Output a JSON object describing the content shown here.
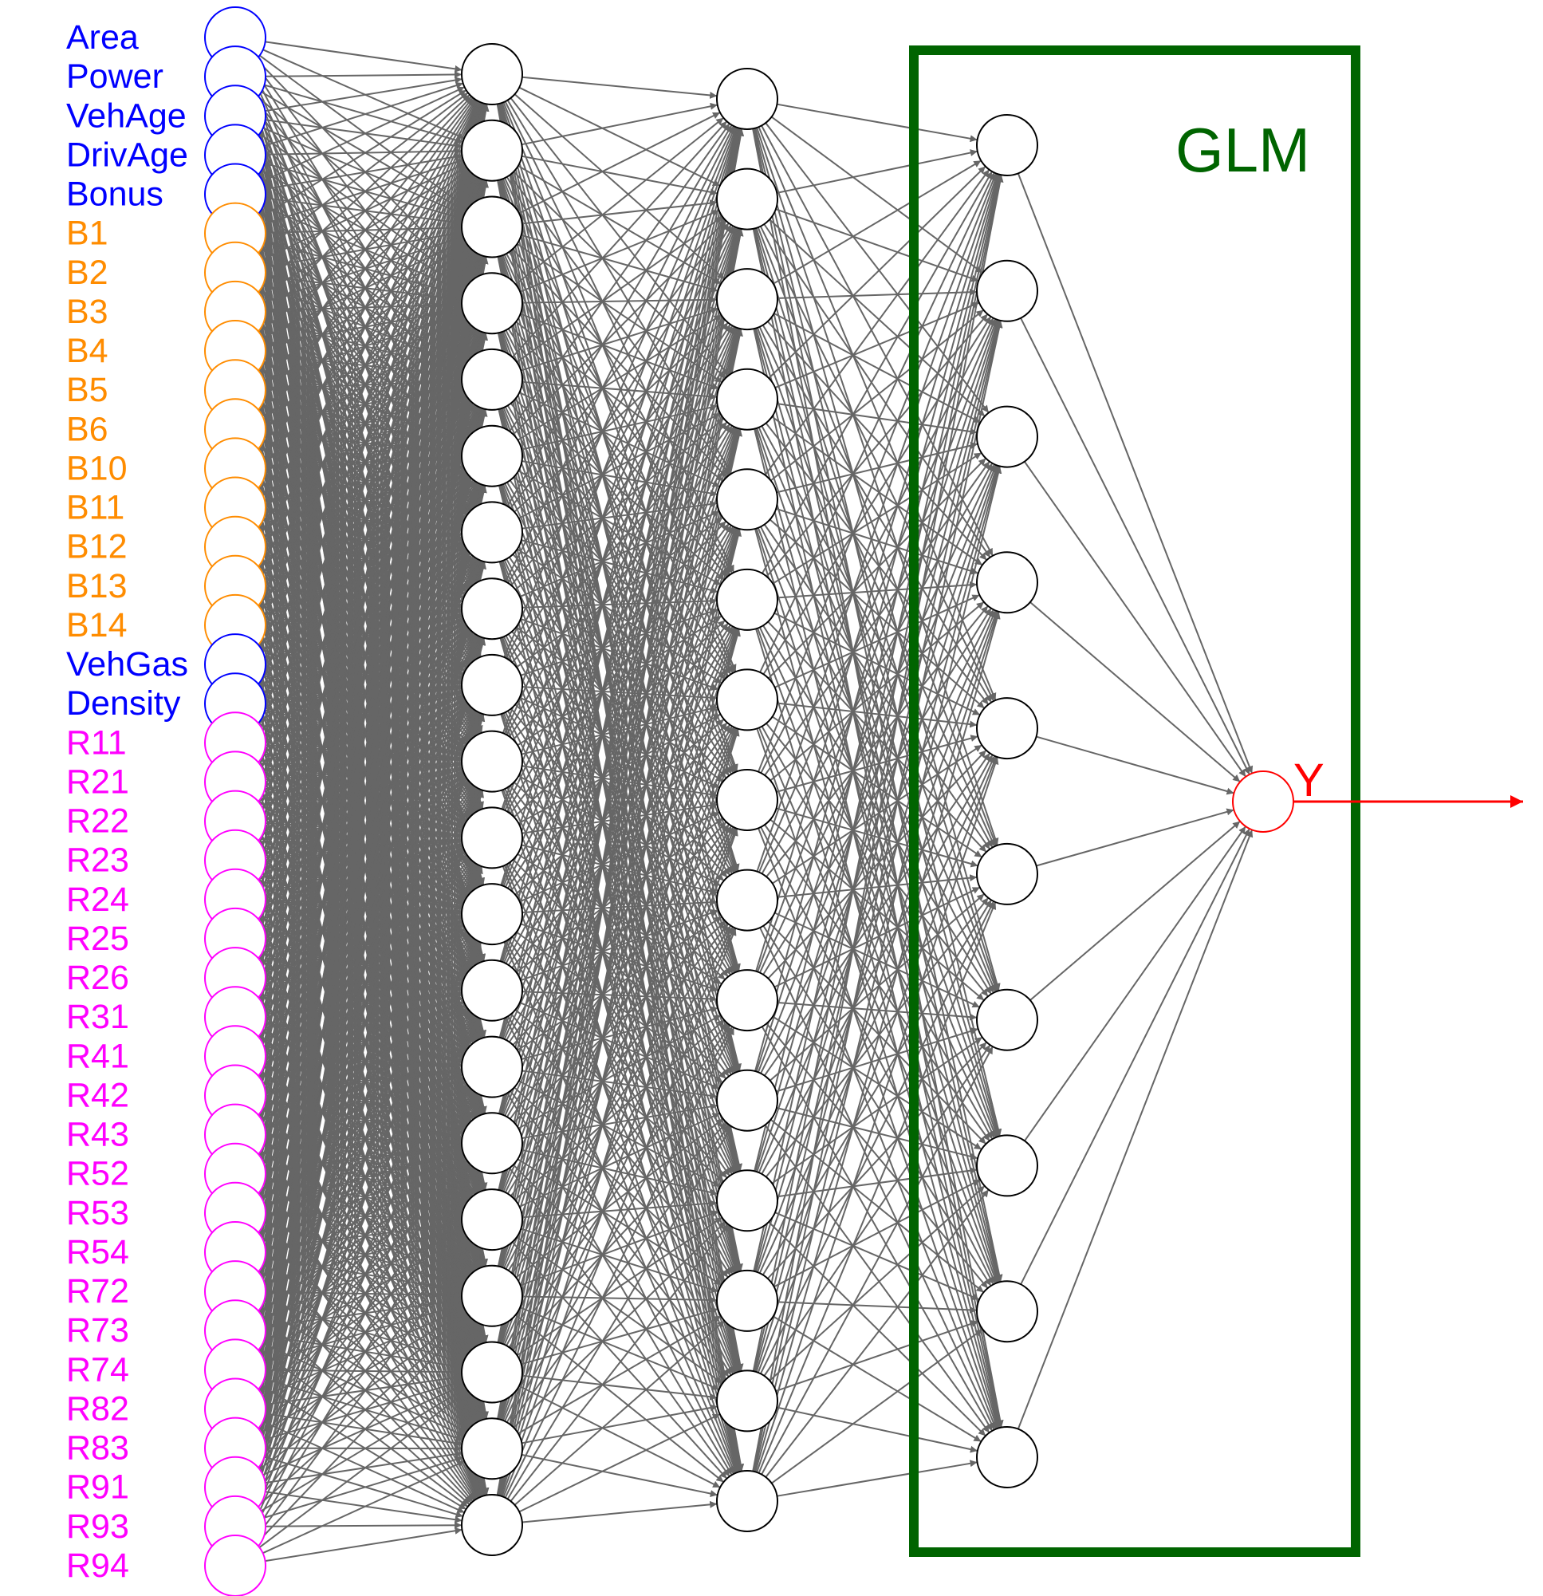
{
  "colors": {
    "numeric": "#0000ff",
    "bonus_class": "#ff8c00",
    "region": "#ff00ff",
    "edge": "#666666",
    "node_stroke": "#000000",
    "glm_box": "#006400",
    "output": "#ff0000"
  },
  "input_layer": {
    "features": [
      {
        "label": "Area",
        "group": "numeric"
      },
      {
        "label": "Power",
        "group": "numeric"
      },
      {
        "label": "VehAge",
        "group": "numeric"
      },
      {
        "label": "DrivAge",
        "group": "numeric"
      },
      {
        "label": "Bonus",
        "group": "numeric"
      },
      {
        "label": "B1",
        "group": "bonus_class"
      },
      {
        "label": "B2",
        "group": "bonus_class"
      },
      {
        "label": "B3",
        "group": "bonus_class"
      },
      {
        "label": "B4",
        "group": "bonus_class"
      },
      {
        "label": "B5",
        "group": "bonus_class"
      },
      {
        "label": "B6",
        "group": "bonus_class"
      },
      {
        "label": "B10",
        "group": "bonus_class"
      },
      {
        "label": "B11",
        "group": "bonus_class"
      },
      {
        "label": "B12",
        "group": "bonus_class"
      },
      {
        "label": "B13",
        "group": "bonus_class"
      },
      {
        "label": "B14",
        "group": "bonus_class"
      },
      {
        "label": "VehGas",
        "group": "numeric"
      },
      {
        "label": "Density",
        "group": "numeric"
      },
      {
        "label": "R11",
        "group": "region"
      },
      {
        "label": "R21",
        "group": "region"
      },
      {
        "label": "R22",
        "group": "region"
      },
      {
        "label": "R23",
        "group": "region"
      },
      {
        "label": "R24",
        "group": "region"
      },
      {
        "label": "R25",
        "group": "region"
      },
      {
        "label": "R26",
        "group": "region"
      },
      {
        "label": "R31",
        "group": "region"
      },
      {
        "label": "R41",
        "group": "region"
      },
      {
        "label": "R42",
        "group": "region"
      },
      {
        "label": "R43",
        "group": "region"
      },
      {
        "label": "R52",
        "group": "region"
      },
      {
        "label": "R53",
        "group": "region"
      },
      {
        "label": "R54",
        "group": "region"
      },
      {
        "label": "R72",
        "group": "region"
      },
      {
        "label": "R73",
        "group": "region"
      },
      {
        "label": "R74",
        "group": "region"
      },
      {
        "label": "R82",
        "group": "region"
      },
      {
        "label": "R83",
        "group": "region"
      },
      {
        "label": "R91",
        "group": "region"
      },
      {
        "label": "R93",
        "group": "region"
      },
      {
        "label": "R94",
        "group": "region"
      }
    ]
  },
  "hidden_layers": [
    {
      "nodes": 20
    },
    {
      "nodes": 15
    },
    {
      "nodes": 10
    }
  ],
  "glm_box": {
    "label": "GLM"
  },
  "output": {
    "label": "Y"
  }
}
